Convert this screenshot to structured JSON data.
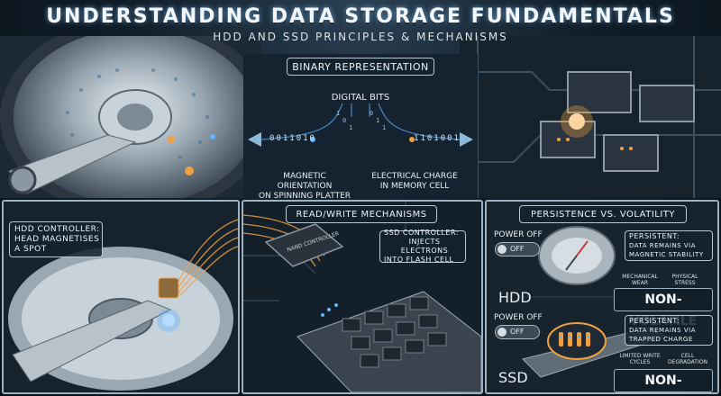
{
  "title": "UNDERSTANDING DATA STORAGE FUNDAMENTALS",
  "subtitle": "HDD AND SSD PRINCIPLES & MECHANISMS",
  "top": {
    "binary_label": "BINARY REPRESENTATION",
    "digital_bits": "DIGITAL BITS",
    "left_bits": "0011010",
    "right_bits": "1101001",
    "left_caption_1": "MAGNETIC ORIENTATION",
    "left_caption_2": "ON SPINNING PLATTER",
    "right_caption_1": "ELECTRICAL CHARGE",
    "right_caption_2": "IN MEMORY CELL"
  },
  "hdd_controller": {
    "line1": "HDD CONTROLLER:",
    "line2": "HEAD MAGNETISES",
    "line3": "A SPOT"
  },
  "readwrite": {
    "label": "READ/WRITE MECHANISMS",
    "chip_text": "NAND CONTROLLER",
    "ssd_line1": "SSD CONTROLLER:",
    "ssd_line2": "INJECTS ELECTRONS",
    "ssd_line3": "INTO FLASH CELL"
  },
  "persistence": {
    "label": "PERSISTENCE VS. VOLATILITY",
    "hdd": {
      "power_off": "POWER OFF",
      "toggle": "OFF",
      "persistent": "PERSISTENT:",
      "desc1": "DATA REMAINS via",
      "desc2": "MAGNETIC STABILITY",
      "wear1_a": "MECHANICAL",
      "wear1_b": "WEAR",
      "wear2_a": "PHYSICAL",
      "wear2_b": "STRESS",
      "device": "HDD",
      "status": "NON-VOLATILE"
    },
    "ssd": {
      "power_off": "POWER OFF",
      "toggle": "OFF",
      "persistent": "PERSISTENT:",
      "desc1": "DATA REMAINS via",
      "desc2": "TRAPPED CHARGE",
      "wear1_a": "LIMITED WRITE",
      "wear1_b": "CYCLES",
      "wear2_a": "CELL",
      "wear2_b": "DEGRADATION",
      "device": "SSD",
      "status": "NON-VOLATILE"
    }
  },
  "colors": {
    "accent_orange": "#f0a040",
    "accent_blue": "#5fb4ff",
    "frame": "#9fb2c2"
  }
}
